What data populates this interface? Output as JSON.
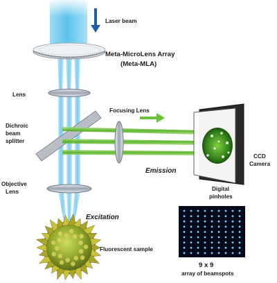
{
  "labels": {
    "laser_beam": "Laser beam",
    "mla_line1": "Meta-MicroLens Array",
    "mla_line2": "(Meta-MLA)",
    "lens": "Lens",
    "focusing_lens": "Focusing Lens",
    "dichroic_line1": "Dichroic",
    "dichroic_line2": "beam",
    "dichroic_line3": "splitter",
    "emission": "Emission",
    "ccd_line1": "CCD",
    "ccd_line2": "Camera",
    "pinholes_line1": "Digital",
    "pinholes_line2": "pinholes",
    "objective_line1": "Objective",
    "objective_line2": "Lens",
    "excitation": "Excitation",
    "sample": "Fluorescent sample",
    "array_line1": "9 x 9",
    "array_line2": "array of beamspots"
  },
  "beamspot_grid": {
    "rows": 9,
    "cols": 9
  },
  "colors": {
    "laser": "#7fd3f2",
    "excitation_beam": "#8ed2ee",
    "emission_beam": "#5fbf2a",
    "arrow_blue": "#1f5fa8",
    "arrow_green": "#6cc03a",
    "beamspot": "#6fd0ff",
    "array_bg": "#050a1a"
  }
}
